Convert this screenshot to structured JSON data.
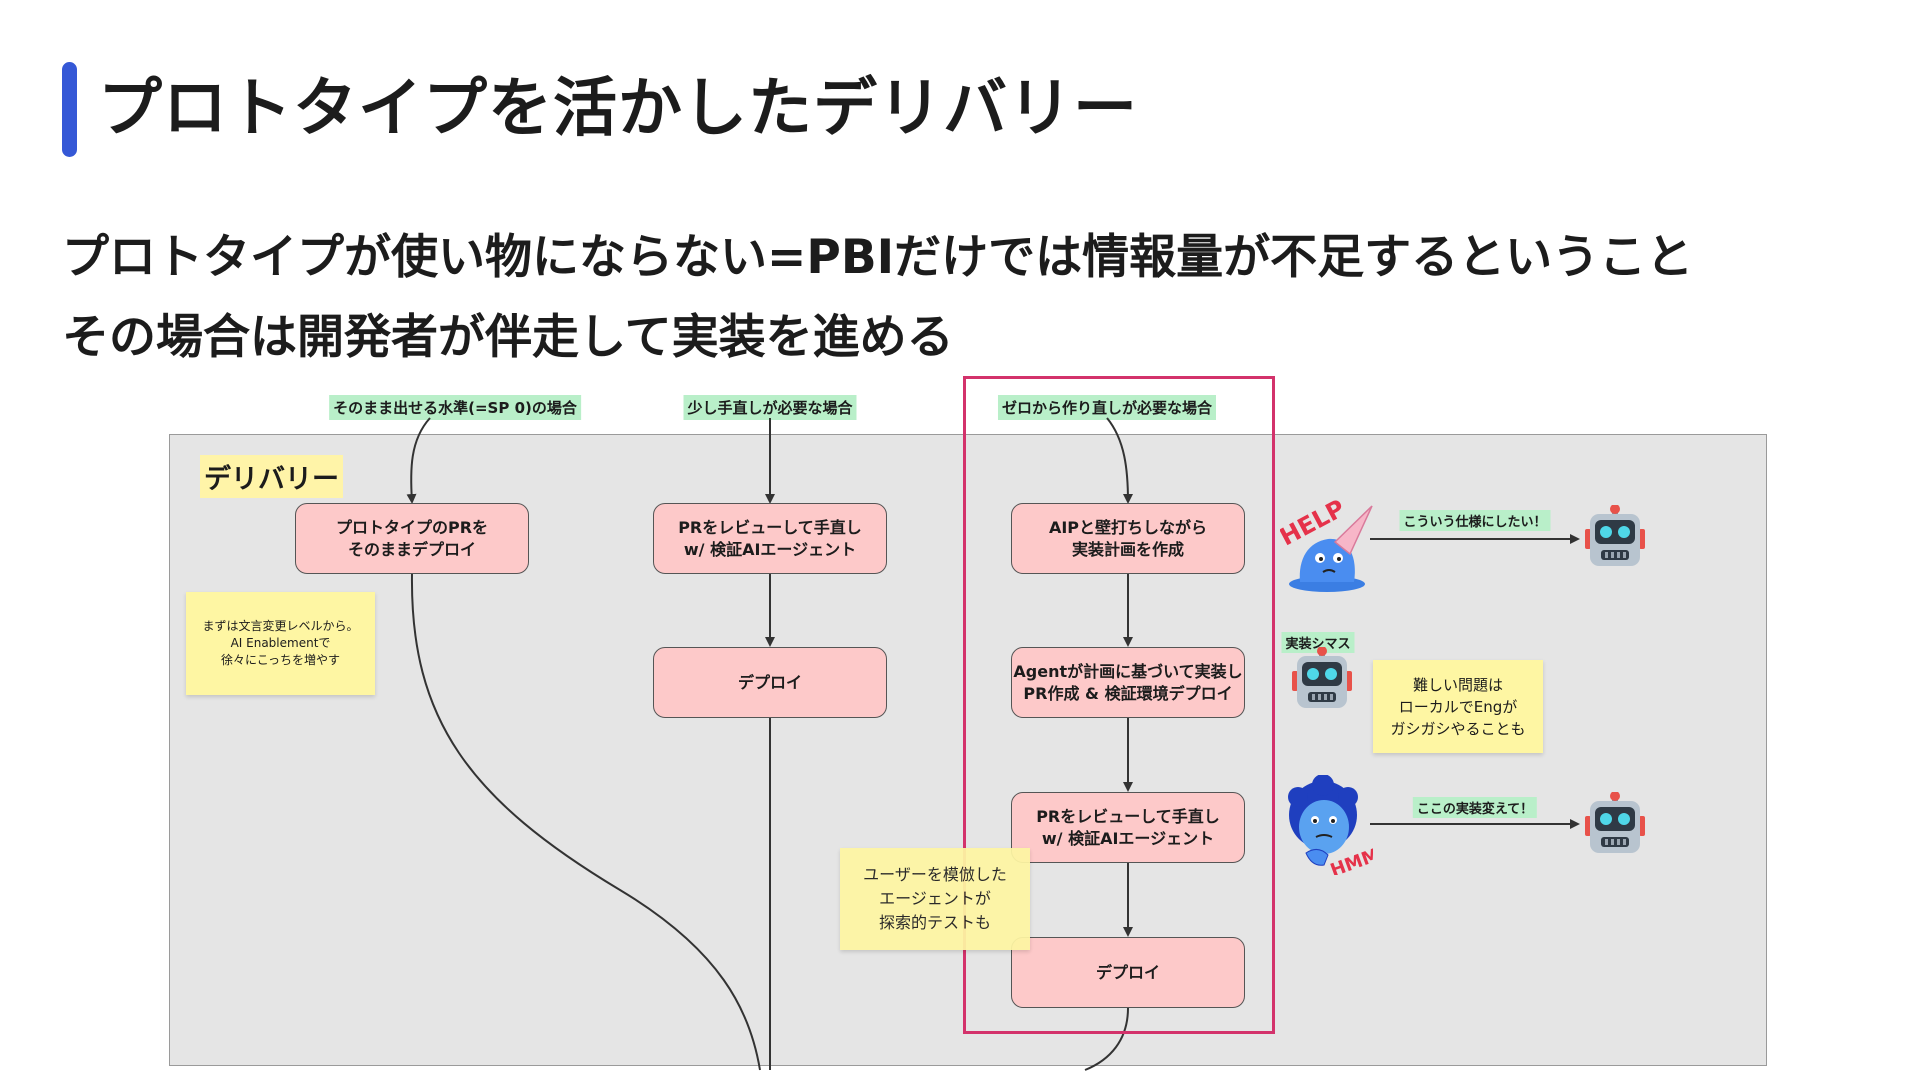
{
  "slide": {
    "title": "プロトタイプを活かしたデリバリー",
    "subtitle_lines": [
      "プロトタイプが使い物にならない=PBIだけでは情報量が不足するということ",
      "その場合は開発者が伴走して実装を進める"
    ]
  },
  "board": {
    "frame_title": "デリバリー",
    "lanes": [
      {
        "label": "そのまま出せる水準(=SP 0)の場合"
      },
      {
        "label": "少し手直しが必要な場合"
      },
      {
        "label": "ゼロから作り直しが必要な場合"
      }
    ],
    "nodes": {
      "lane1_deploy": "プロトタイプのPRを\nそのままデプロイ",
      "lane2_review": "PRをレビューして手直し\nw/ 検証AIエージェント",
      "lane2_deploy": "デプロイ",
      "lane3_plan": "AIPと壁打ちしながら\n実装計画を作成",
      "lane3_agent": "Agentが計画に基づいて実装し\nPR作成 & 検証環境デプロイ",
      "lane3_review": "PRをレビューして手直し\nw/ 検証AIエージェント",
      "lane3_deploy": "デプロイ"
    },
    "stickies": {
      "enablement": "まずは文言変更レベルから。\nAI Enablementで\n徐々にこっちを増やす",
      "explore_test": "ユーザーを模倣した\nエージェントが\n探索的テストも",
      "hard_problems": "難しい問題は\nローカルでEngが\nガシガシやることも"
    },
    "side": {
      "help_sticker_text": "HELP",
      "hmm_sticker_text": "HMM",
      "msg1": "こういう仕様にしたい！",
      "implement_label": "実装シマス",
      "msg2": "ここの実装変えて！"
    }
  },
  "colors": {
    "accent_bar": "#3558d6",
    "node_fill": "#fdc9c9",
    "highlight_frame": "#d3326b",
    "label_green": "#b9efc9",
    "sticky_yellow": "#fef6a3",
    "board_bg": "#e5e5e5"
  },
  "icons": [
    "robot-icon",
    "help-sticker-icon",
    "hmm-sticker-icon"
  ]
}
